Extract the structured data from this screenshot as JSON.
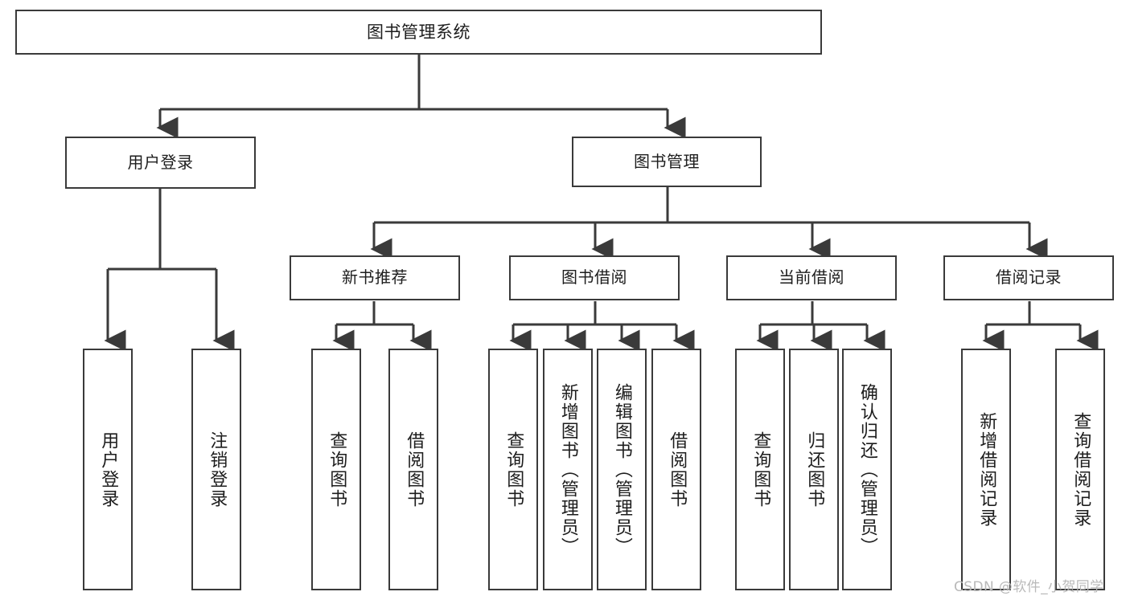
{
  "diagram": {
    "type": "hierarchy-tree",
    "title": "图书管理系统",
    "root": {
      "id": "root",
      "label": "图书管理系统"
    },
    "level2": [
      {
        "id": "user-login",
        "label": "用户登录"
      },
      {
        "id": "book-management",
        "label": "图书管理"
      }
    ],
    "level3": [
      {
        "id": "new-book-recommend",
        "label": "新书推荐",
        "parent": "book-management"
      },
      {
        "id": "book-borrow",
        "label": "图书借阅",
        "parent": "book-management"
      },
      {
        "id": "current-borrow",
        "label": "当前借阅",
        "parent": "book-management"
      },
      {
        "id": "borrow-record",
        "label": "借阅记录",
        "parent": "book-management"
      }
    ],
    "leaves": [
      {
        "id": "leaf-user-login",
        "label": "用户登录",
        "parent": "user-login"
      },
      {
        "id": "leaf-logout-login",
        "label": "注销登录",
        "parent": "user-login"
      },
      {
        "id": "leaf-query-book-1",
        "label": "查询图书",
        "parent": "new-book-recommend"
      },
      {
        "id": "leaf-borrow-book-1",
        "label": "借阅图书",
        "parent": "new-book-recommend"
      },
      {
        "id": "leaf-query-book-2",
        "label": "查询图书",
        "parent": "book-borrow"
      },
      {
        "id": "leaf-add-book",
        "label": "新增图书（管理员）",
        "parent": "book-borrow"
      },
      {
        "id": "leaf-edit-book",
        "label": "编辑图书（管理员）",
        "parent": "book-borrow"
      },
      {
        "id": "leaf-borrow-book-2",
        "label": "借阅图书",
        "parent": "book-borrow"
      },
      {
        "id": "leaf-query-book-3",
        "label": "查询图书",
        "parent": "current-borrow"
      },
      {
        "id": "leaf-return-book",
        "label": "归还图书",
        "parent": "current-borrow"
      },
      {
        "id": "leaf-confirm-return",
        "label": "确认归还（管理员）",
        "parent": "current-borrow"
      },
      {
        "id": "leaf-add-record",
        "label": "新增借阅记录",
        "parent": "borrow-record"
      },
      {
        "id": "leaf-query-record",
        "label": "查询借阅记录",
        "parent": "borrow-record"
      }
    ]
  },
  "watermark": {
    "text": "CSDN @软件_小贺同学"
  },
  "colors": {
    "stroke": "#3a3a3a",
    "background": "#ffffff",
    "text": "#1d1d1d",
    "watermark": "#b9b9b9"
  }
}
